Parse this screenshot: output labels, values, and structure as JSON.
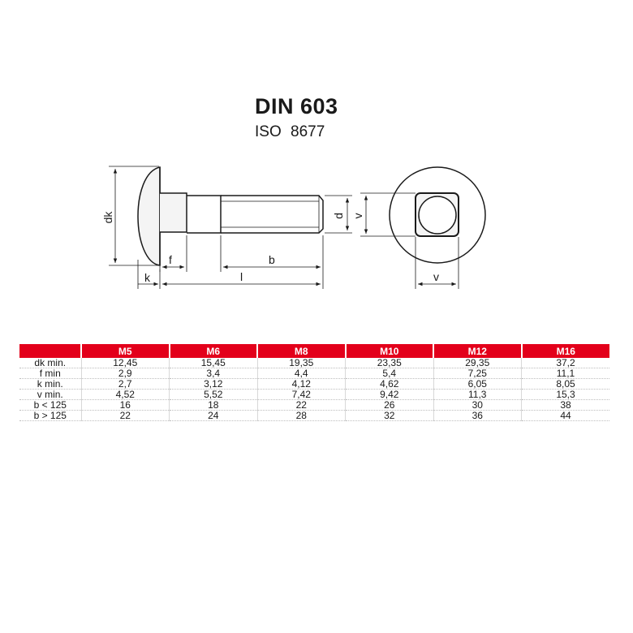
{
  "header": {
    "title": "DIN 603",
    "subtitle": "ISO 8677"
  },
  "drawing": {
    "labels": {
      "dk": "dk",
      "d": "d",
      "v": "v",
      "f": "f",
      "b": "b",
      "k": "k",
      "l": "l",
      "v_bottom": "v"
    }
  },
  "table": {
    "columns": [
      "",
      "M5",
      "M6",
      "M8",
      "M10",
      "M12",
      "M16"
    ],
    "rows": [
      {
        "label": "dk min.",
        "values": [
          "12,45",
          "15,45",
          "19,35",
          "23,35",
          "29,35",
          "37,2"
        ]
      },
      {
        "label": "f min",
        "values": [
          "2,9",
          "3,4",
          "4,4",
          "5,4",
          "7,25",
          "11,1"
        ]
      },
      {
        "label": "k min.",
        "values": [
          "2,7",
          "3,12",
          "4,12",
          "4,62",
          "6,05",
          "8,05"
        ]
      },
      {
        "label": "v min.",
        "values": [
          "4,52",
          "5,52",
          "7,42",
          "9,42",
          "11,3",
          "15,3"
        ]
      },
      {
        "label": "b < 125",
        "values": [
          "16",
          "18",
          "22",
          "26",
          "30",
          "38"
        ]
      },
      {
        "label": "b > 125",
        "values": [
          "22",
          "24",
          "28",
          "32",
          "36",
          "44"
        ]
      }
    ]
  }
}
